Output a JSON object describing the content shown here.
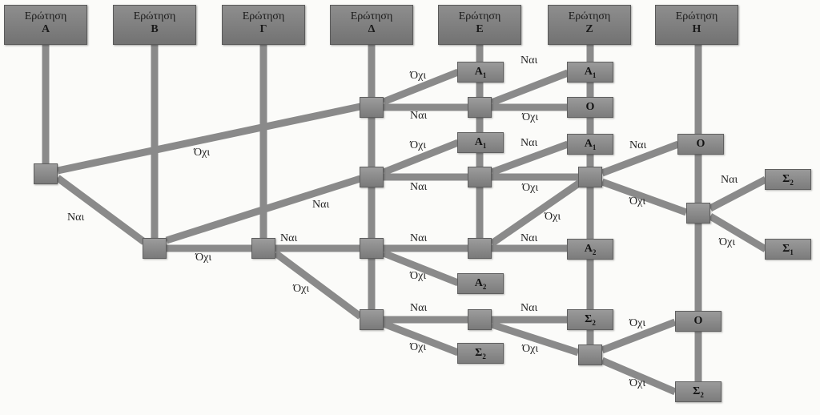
{
  "headers": [
    {
      "word": "Ερώτηση",
      "letter": "A"
    },
    {
      "word": "Ερώτηση",
      "letter": "B"
    },
    {
      "word": "Ερώτηση",
      "letter": "Γ"
    },
    {
      "word": "Ερώτηση",
      "letter": "Δ"
    },
    {
      "word": "Ερώτηση",
      "letter": "E"
    },
    {
      "word": "Ερώτηση",
      "letter": "Z"
    },
    {
      "word": "Ερώτηση",
      "letter": "H"
    }
  ],
  "results": [
    {
      "letter": "A",
      "sub": "1"
    },
    {
      "letter": "A",
      "sub": "1"
    },
    {
      "letter": "O",
      "sub": ""
    },
    {
      "letter": "A",
      "sub": "1"
    },
    {
      "letter": "A",
      "sub": "1"
    },
    {
      "letter": "O",
      "sub": ""
    },
    {
      "letter": "Σ",
      "sub": "2"
    },
    {
      "letter": "A",
      "sub": "2"
    },
    {
      "letter": "Σ",
      "sub": "1"
    },
    {
      "letter": "A",
      "sub": "2"
    },
    {
      "letter": "Σ",
      "sub": "2"
    },
    {
      "letter": "O",
      "sub": ""
    },
    {
      "letter": "Σ",
      "sub": "2"
    },
    {
      "letter": "Σ",
      "sub": "2"
    }
  ],
  "labels": [
    "Όχι",
    "Ναι",
    "Ναι",
    "Όχι",
    "Όχι",
    "Ναι",
    "Όχι",
    "Ναι",
    "Όχι",
    "Ναι",
    "Όχι",
    "Όχι",
    "Ναι",
    "Όχι",
    "Όχι",
    "Ναι",
    "Ναι",
    "Όχι",
    "Ναι",
    "Όχι",
    "Ναι",
    "Όχι",
    "Ναι",
    "Όχι",
    "Ναι",
    "Όχι",
    "Ναι",
    "Όχι"
  ]
}
